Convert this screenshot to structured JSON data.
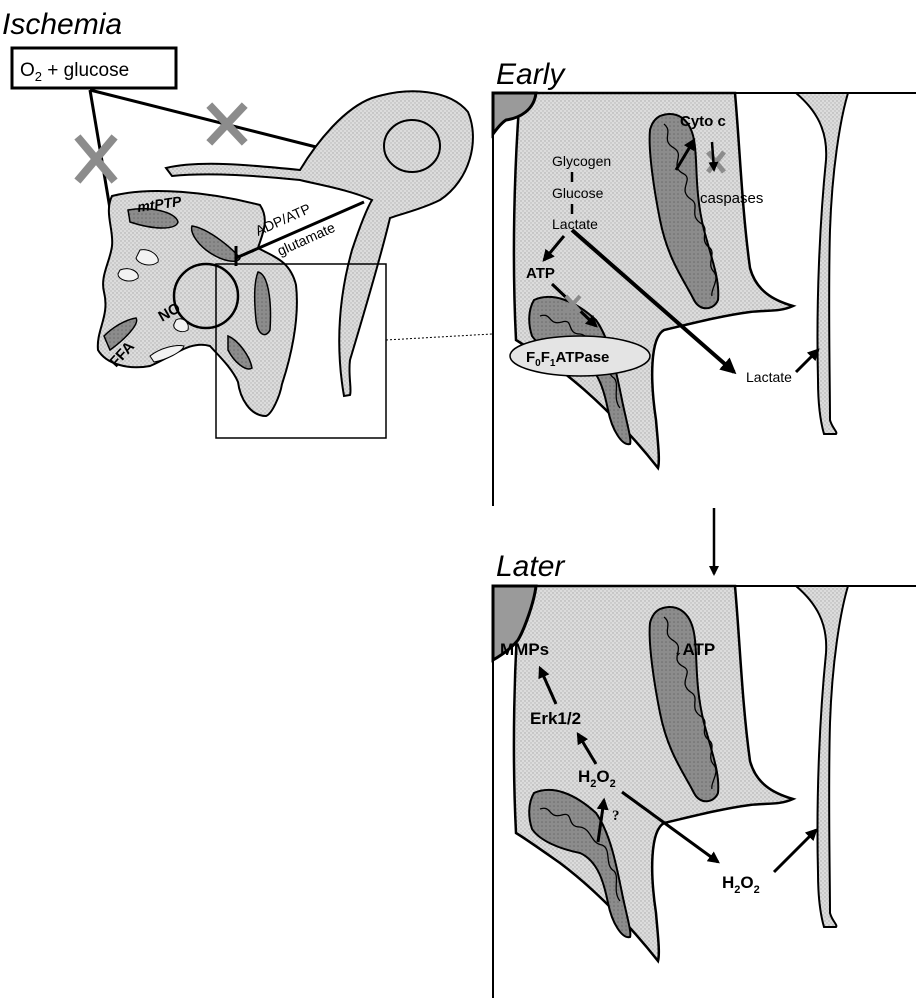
{
  "headings": {
    "ischemia": "Ischemia",
    "early": "Early",
    "later": "Later"
  },
  "left": {
    "supply_box": {
      "main": "O",
      "sub": "2",
      "rest": " + glucose"
    },
    "mtptp": "mtPTP",
    "no": "NO",
    "ffa": "FFA",
    "adp_atp": "ADP/ATP",
    "glutamate": "glutamate"
  },
  "early": {
    "cyto_c": "Cyto c",
    "glycogen": "Glycogen",
    "glucose": "Glucose",
    "lactate_in": "Lactate",
    "caspases": "caspases",
    "atp": "ATP",
    "atpase": {
      "a": "F",
      "s1": "0",
      "b": "F",
      "s2": "1",
      "c": "ATPase"
    },
    "lactate_out": "Lactate"
  },
  "later": {
    "mmps": "MMPs",
    "atp_down": "↓ATP",
    "erk": "Erk1/2",
    "h2o2_in": {
      "a": "H",
      "s1": "2",
      "b": "O",
      "s2": "2"
    },
    "question": "?",
    "h2o2_out": {
      "a": "H",
      "s1": "2",
      "b": "O",
      "s2": "2"
    }
  },
  "colors": {
    "cell_fill": "#d8d8d8",
    "mito_fill": "#8a8a8a",
    "blocked_x": "#8c8c8c",
    "line": "#000000"
  }
}
